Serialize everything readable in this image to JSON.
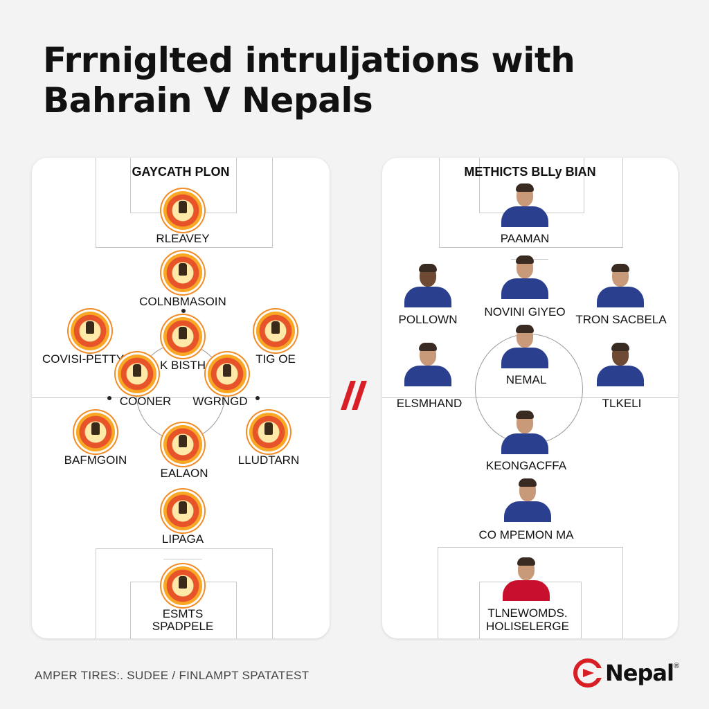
{
  "title": {
    "line1": "Frrniglted intruljations with",
    "line2": "Bahrain V Nepals"
  },
  "left_pitch": {
    "heading": "GAYCATH PLON",
    "players": [
      {
        "name": "RLEAVEY"
      },
      {
        "name": "COLNBMASOIN"
      },
      {
        "name": "COVISI-PETTY"
      },
      {
        "name": "K BISTH"
      },
      {
        "name": "TIG OE"
      },
      {
        "name": "COONER"
      },
      {
        "name": "WGRNGD"
      },
      {
        "name": "BAFMGOIN"
      },
      {
        "name": "EALAON"
      },
      {
        "name": "LLUDTARN"
      },
      {
        "name": "LIPAGA"
      },
      {
        "name": "ESMTS"
      },
      {
        "name": "SPADPELE"
      }
    ]
  },
  "right_pitch": {
    "heading": "METHICTS BLLy BIAN",
    "players": [
      {
        "name": "PAAMAN"
      },
      {
        "name": "POLLOWN"
      },
      {
        "name": "NOVINI GIYEO"
      },
      {
        "name": "TRON SACBELA"
      },
      {
        "name": "NEMAL"
      },
      {
        "name": "ELSMHAND"
      },
      {
        "name": "TLKELI"
      },
      {
        "name": "KEONGACFFA"
      },
      {
        "name": "CO MPEMON MA"
      },
      {
        "name": "TLNEWOMDS."
      },
      {
        "name": "HOLISELERGE"
      }
    ]
  },
  "footer": {
    "text": "AMPER TIRES:. SUDEE / FINLAMPT SPATATEST"
  },
  "logo": {
    "text": "Nepal",
    "registered": "®",
    "icon": "nepal-logo-icon"
  },
  "colors": {
    "accent_red": "#d81f26",
    "bahrain_crest": "#f28c28",
    "nepal_shirt": "#2b3f8f"
  }
}
